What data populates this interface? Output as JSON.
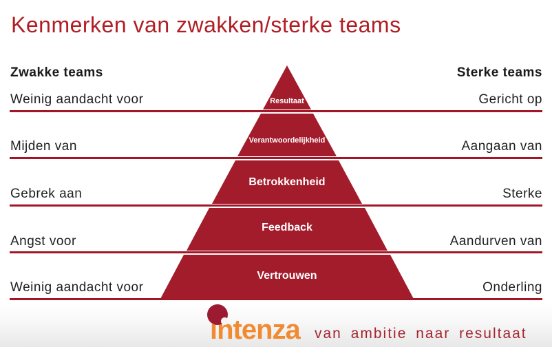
{
  "title": "Kenmerken van zwakken/sterke teams",
  "left_column": {
    "header": "Zwakke teams",
    "items": [
      "Weinig aandacht voor",
      "Mijden van",
      "Gebrek aan",
      "Angst voor",
      "Weinig aandacht voor"
    ]
  },
  "right_column": {
    "header": "Sterke teams",
    "items": [
      "Gericht op",
      "Aangaan van",
      "Sterke",
      "Aandurven van",
      "Onderling"
    ]
  },
  "pyramid": {
    "levels": [
      "Resultaat",
      "Verantwoordelijkheid",
      "Betrokkenheid",
      "Feedback",
      "Vertrouwen"
    ]
  },
  "footer": {
    "logo_text": "intenza",
    "tagline": "van ambitie naar resultaat"
  },
  "colors": {
    "title_red": "#B01E24",
    "pyramid_red": "#A31C2C",
    "line_red": "#A21626",
    "text_black": "#1F1F1F",
    "logo_orange": "#F08B33",
    "logo_ball_red": "#9C1B31",
    "tagline_red": "#A4242E"
  }
}
